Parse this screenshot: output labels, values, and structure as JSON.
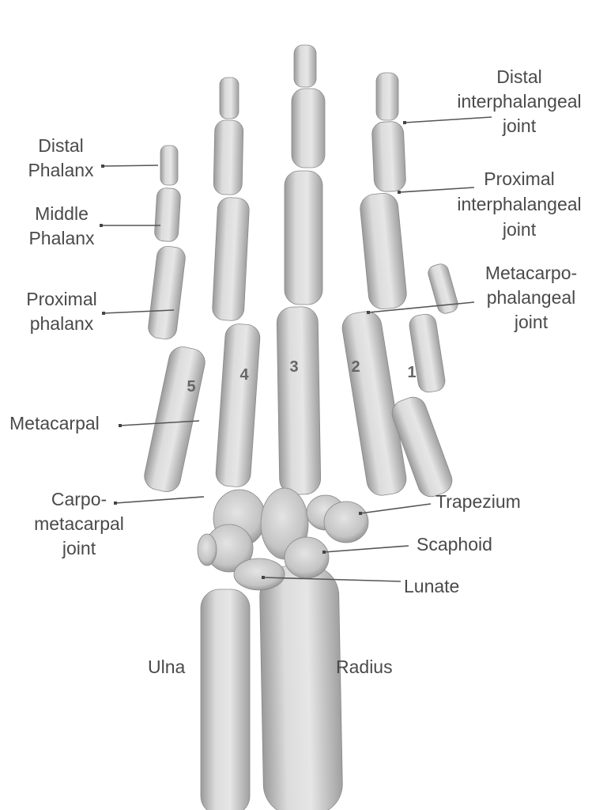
{
  "labels": {
    "distal_phalanx": [
      "Distal",
      "Phalanx"
    ],
    "middle_phalanx": [
      "Middle",
      "Phalanx"
    ],
    "proximal_phalanx": [
      "Proximal",
      "phalanx"
    ],
    "metacarpal": [
      "Metacarpal"
    ],
    "carpometacarpal_joint": [
      "Carpo-",
      "metacarpal",
      "joint"
    ],
    "distal_interphalangeal_joint": [
      "Distal",
      "interphalangeal",
      "joint"
    ],
    "proximal_interphalangeal_joint": [
      "Proximal",
      "interphalangeal",
      "joint"
    ],
    "metacarpophalangeal_joint": [
      "Metacarpo-",
      "phalangeal",
      "joint"
    ],
    "trapezium": [
      "Trapezium"
    ],
    "scaphoid": [
      "Scaphoid"
    ],
    "lunate": [
      "Lunate"
    ],
    "ulna": [
      "Ulna"
    ],
    "radius": [
      "Radius"
    ]
  },
  "finger_numbers": [
    "1",
    "2",
    "3",
    "4",
    "5"
  ],
  "colors": {
    "label": "#4a4a4a",
    "bone": "#d4d4d4",
    "leader_line": "#555555"
  }
}
